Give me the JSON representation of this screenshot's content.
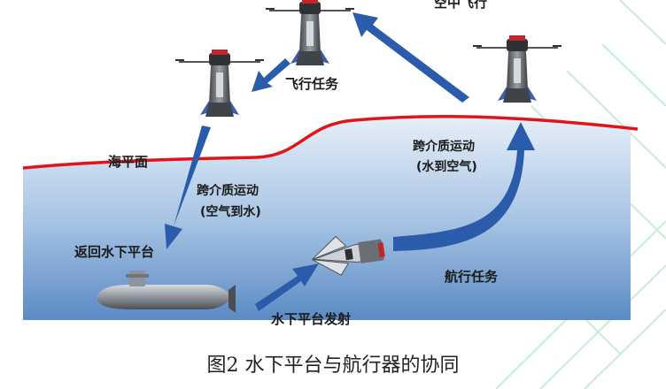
{
  "labels": {
    "air_flight": "空中飞行",
    "flight_mission": "飞行任务",
    "sea_level": "海平面",
    "cross_medium_air_to_water_line1": "跨介质运动",
    "cross_medium_air_to_water_line2": "(空气到水)",
    "return_platform": "返回水下平台",
    "underwater_launch": "水下平台发射",
    "navigation_mission": "航行任务",
    "cross_medium_water_to_air_line1": "跨介质运动",
    "cross_medium_water_to_air_line2": "(水到空气)"
  },
  "caption": "图2 水下平台与航行器的协同",
  "colors": {
    "sea_top": "#dde9f5",
    "sea_bottom": "#5f8fc6",
    "sea_line": "#e3131a",
    "arrow": "#2a5cab",
    "vehicle_body": "#6b6f75",
    "vehicle_accent": "#d22a2a",
    "grid_green": "#b9e6b4"
  }
}
